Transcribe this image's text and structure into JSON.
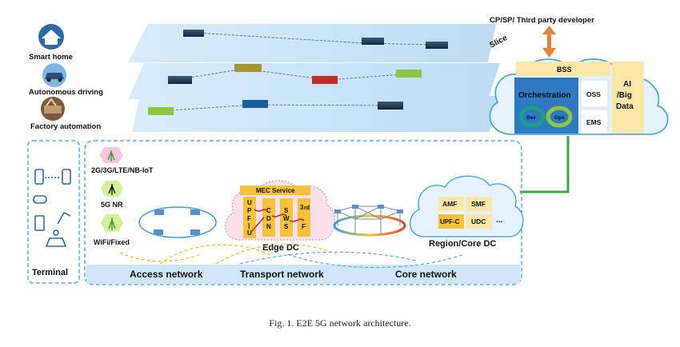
{
  "slice_label": "Slice",
  "slice_rows": [
    {
      "label": "Smart home",
      "icon": "smart-home-icon"
    },
    {
      "label": "Autonomous driving",
      "icon": "autonomous-car-icon"
    },
    {
      "label": "Factory automation",
      "icon": "factory-automation-icon"
    }
  ],
  "developer_label": "CP/SP/ Third party developer",
  "cloud": {
    "bss": "BSS",
    "orchestration": "Orchestration",
    "dev": "Dev",
    "ops": "Ops",
    "oss": "OSS",
    "ems": "EMS",
    "ai_line1": "AI",
    "ai_line2": "/Big",
    "ai_line3": "Data"
  },
  "terminal_label": "Terminal",
  "access": {
    "tech1": "2G/3G/LTE/NB-IoT",
    "tech2": "5G NR",
    "tech3": "WiFi/Fixed"
  },
  "edge": {
    "mec_service": "MEC Service",
    "label": "Edge DC",
    "upf": [
      "U",
      "P",
      "F",
      "|",
      "U"
    ],
    "col2": [
      "C",
      "D",
      "N"
    ],
    "col3": [
      "S",
      "W",
      "S"
    ],
    "third": [
      "3",
      "rd",
      "F"
    ]
  },
  "region": {
    "amf": "AMF",
    "smf": "SMF",
    "upfc": "UPF-C",
    "udc": "UDC",
    "more": "...",
    "label": "Region/Core DC"
  },
  "network_labels": {
    "access": "Access network",
    "transport": "Transport network",
    "core": "Core network"
  },
  "caption": "Fig. 1. E2E 5G network architecture.",
  "colors": {
    "slice_plane": "#cfe6f8",
    "terminal_border": "#3aa0e0",
    "cloud_fill": "#e6f3fc",
    "orchestration_fill": "#2f78c4",
    "bss_fill": "#fbe7a8",
    "upfc_fill": "#f5c33b",
    "green_link": "#3da33d",
    "arrow": "#e8823a"
  }
}
